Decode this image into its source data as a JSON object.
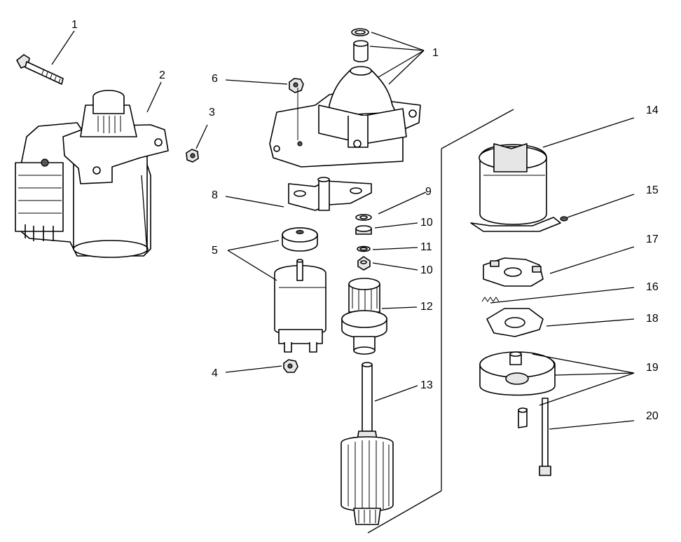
{
  "callouts": [
    "1",
    "1",
    "2",
    "3",
    "4",
    "5",
    "6",
    "8",
    "9",
    "10",
    "11",
    "10",
    "12",
    "13",
    "14",
    "15",
    "17",
    "16",
    "18",
    "19",
    "20"
  ],
  "colors": {
    "line": "#000000",
    "background": "#ffffff",
    "shade": "#e6e6e6"
  }
}
